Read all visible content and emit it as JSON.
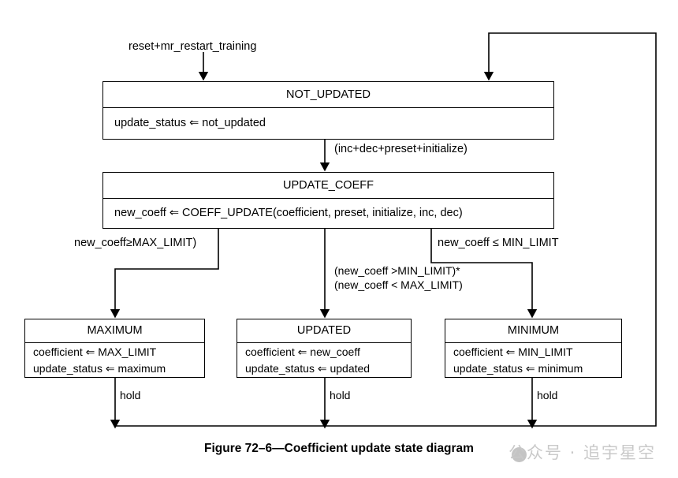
{
  "figure": {
    "caption": "Figure 72–6—Coefficient update state diagram",
    "watermark": "公众号 · 追宇星空"
  },
  "states": {
    "not_updated": {
      "title": "NOT_UPDATED",
      "actions": [
        "update_status ⇐ not_updated"
      ]
    },
    "update_coeff": {
      "title": "UPDATE_COEFF",
      "actions": [
        "new_coeff ⇐ COEFF_UPDATE(coefficient, preset, initialize, inc, dec)"
      ]
    },
    "maximum": {
      "title": "MAXIMUM",
      "actions": [
        "coefficient ⇐ MAX_LIMIT",
        "update_status ⇐ maximum"
      ]
    },
    "updated": {
      "title": "UPDATED",
      "actions": [
        "coefficient ⇐ new_coeff",
        "update_status ⇐ updated"
      ]
    },
    "minimum": {
      "title": "MINIMUM",
      "actions": [
        "coefficient ⇐ MIN_LIMIT",
        "update_status ⇐ minimum"
      ]
    }
  },
  "transitions": {
    "reset": "reset+mr_restart_training",
    "to_update_coeff": "(inc+dec+preset+initialize)",
    "to_maximum": "new_coeff≥MAX_LIMIT)",
    "to_minimum": "new_coeff ≤ MIN_LIMIT",
    "to_updated_line1": "(new_coeff >MIN_LIMIT)*",
    "to_updated_line2": "(new_coeff < MAX_LIMIT)",
    "hold_1": "hold",
    "hold_2": "hold",
    "hold_3": "hold"
  },
  "colors": {
    "stroke": "#000000",
    "background": "#ffffff",
    "watermark": "#c9c9c9"
  }
}
